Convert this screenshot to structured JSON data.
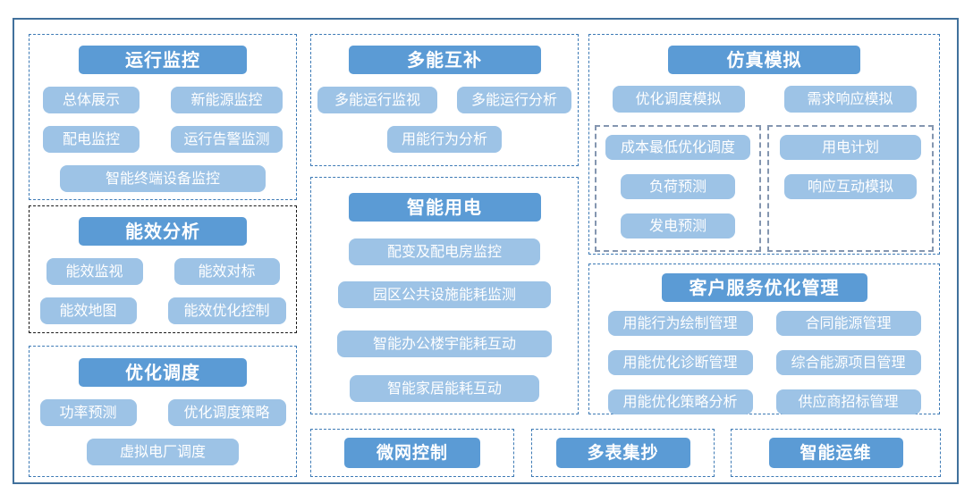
{
  "diagram": {
    "colors": {
      "header_bg": "#5B9BD5",
      "item_bg": "#9DC3E6",
      "dash_blue": "#3D7AB5",
      "dash_black": "#1a1a1a",
      "dash_slate": "#8496B0",
      "frame_border": "#41719C"
    },
    "panels": {
      "operation_monitoring": {
        "title": "运行监控",
        "items": [
          "总体展示",
          "新能源监控",
          "配电监控",
          "运行告警监测",
          "智能终端设备监控"
        ]
      },
      "energy_efficiency": {
        "title": "能效分析",
        "items": [
          "能效监视",
          "能效对标",
          "能效地图",
          "能效优化控制"
        ]
      },
      "optimal_dispatch": {
        "title": "优化调度",
        "items": [
          "功率预测",
          "优化调度策略",
          "虚拟电厂调度"
        ]
      },
      "multi_energy": {
        "title": "多能互补",
        "items": [
          "多能运行监视",
          "多能运行分析",
          "用能行为分析"
        ]
      },
      "smart_power": {
        "title": "智能用电",
        "items": [
          "配变及配电房监控",
          "园区公共设施能耗监测",
          "智能办公楼宇能耗互动",
          "智能家居能耗互动"
        ]
      },
      "simulation": {
        "title": "仿真模拟",
        "items": [
          "优化调度模拟",
          "需求响应模拟"
        ],
        "sub_left": {
          "items": [
            "成本最低优化调度",
            "负荷预测",
            "发电预测"
          ]
        },
        "sub_right": {
          "items": [
            "用电计划",
            "响应互动模拟"
          ]
        }
      },
      "customer_service": {
        "title": "客户服务优化管理",
        "items": [
          "用能行为绘制管理",
          "合同能源管理",
          "用能优化诊断管理",
          "综合能源项目管理",
          "用能优化策略分析",
          "供应商招标管理"
        ]
      },
      "microgrid": {
        "title": "微网控制"
      },
      "meter_reading": {
        "title": "多表集抄"
      },
      "smart_om": {
        "title": "智能运维"
      }
    }
  }
}
